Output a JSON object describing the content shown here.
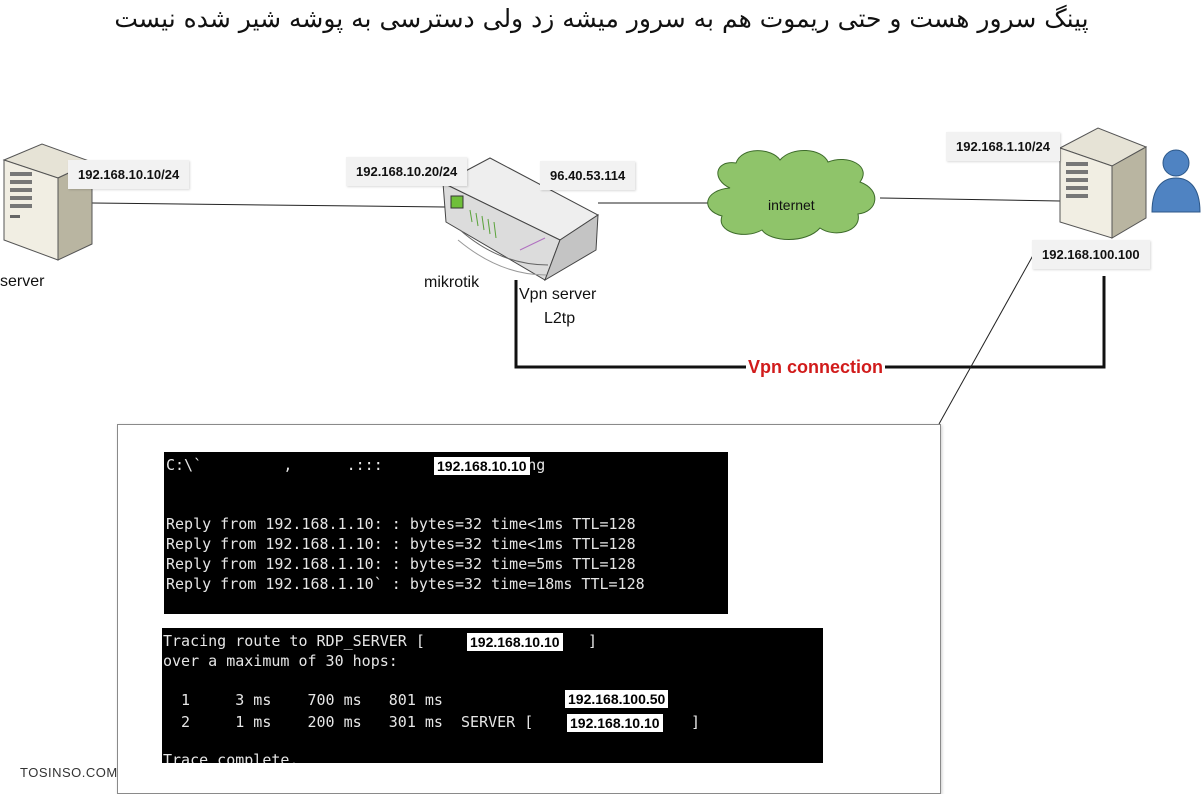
{
  "title": "پینگ سرور هست و حتی ریموت هم به سرور میشه زد ولی دسترسی به پوشه شیر شده نیست",
  "colors": {
    "vpn_line": "#000000",
    "vpn_label": "#d11b1b",
    "cloud": "#8fc46a",
    "user": "#3a6ea8"
  },
  "diagram": {
    "server": {
      "ip": "192.168.10.10/24",
      "label": "server"
    },
    "mikrotik": {
      "lan_ip": "192.168.10.20/24",
      "wan_ip": "96.40.53.114",
      "label": "mikrotik",
      "role_line1": "Vpn server",
      "role_line2": "L2tp"
    },
    "internet": {
      "label": "internet"
    },
    "client": {
      "ip": "192.168.1.10/24",
      "vpn_ip": "192.168.100.100",
      "icon": "user-icon"
    },
    "vpn_connection": "Vpn connection"
  },
  "terminal_ping": {
    "prompt": "C:\\`         ,      .:::          ::.>ping ",
    "target": "192.168.10.10",
    "replies": [
      "Reply from 192.168.1.10: : bytes=32 time<1ms TTL=128",
      "Reply from 192.168.1.10: : bytes=32 time<1ms TTL=128",
      "Reply from 192.168.1.10: : bytes=32 time=5ms TTL=128",
      "Reply from 192.168.1.10` : bytes=32 time=18ms TTL=128"
    ]
  },
  "terminal_trace": {
    "line1": "Tracing route to RDP_SERVER [",
    "line1_ip": "192.168.10.10",
    "line1_end": "]",
    "line2": "over a maximum of 30 hops:",
    "hop1": "  1     3 ms    700 ms   801 ms",
    "hop1_ip": "192.168.100.50",
    "hop2": "  2     1 ms    200 ms   301 ms  SERVER [",
    "hop2_ip": "192.168.10.10",
    "hop2_end": "]",
    "footer": "Trace complete."
  },
  "watermark": "TOSINSO.COM"
}
